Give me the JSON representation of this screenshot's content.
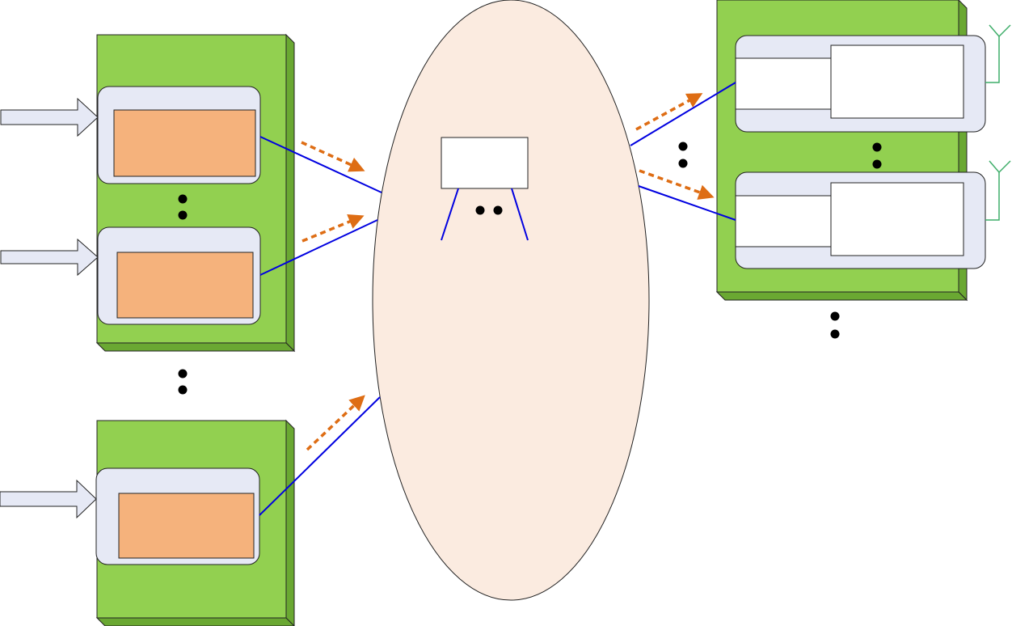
{
  "colors": {
    "background": "#ffffff",
    "slab_green": "#92d050",
    "slab_shadow": "#6aa832",
    "card": "#e6e9f5",
    "inner_orange": "#f5b27c",
    "cloud": "#fbebe0",
    "link_blue": "#0000e0",
    "arrow_orange": "#de6d14",
    "antenna_green": "#3fae6a",
    "input_arrow": "#e6e9f5",
    "outline": "#222222"
  },
  "diagram": {
    "left_groups": [
      {
        "cards": 2,
        "arrows": "input-arrow-icon"
      },
      {
        "cards": 1,
        "arrows": "input-arrow-icon"
      }
    ],
    "center_cloud": {
      "nodes": 1,
      "ellipsis": "more-dots-icon"
    },
    "right_groups": [
      {
        "cards": 2,
        "antennas": "antenna-icon"
      }
    ],
    "flow_arrows": "dashed-arrow-icon"
  }
}
